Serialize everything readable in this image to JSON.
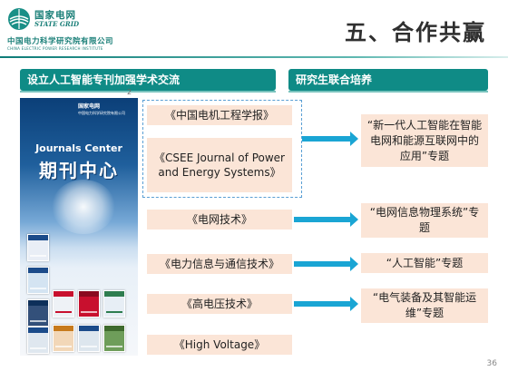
{
  "header": {
    "org_cn": "国家电网",
    "org_en": "STATE GRID",
    "institute_cn": "中国电力科学研究院有限公司",
    "institute_en": "CHINA ELECTRIC POWER RESEARCH INSTITUTE",
    "title": "五、合作共赢"
  },
  "left_banner": "设立人工智能专刊加强学术交流",
  "right_banner": "研究生联合培养",
  "cover": {
    "top_text_1": "国家电网",
    "top_text_2": "中国电力科学研究院有限公司",
    "journals_center": "Journals Center",
    "qikan": "期刊中心",
    "side_mark": "2"
  },
  "journals": [
    "《中国电机工程学报》",
    "《CSEE Journal of Power and Energy Systems》",
    "《电网技术》",
    "《电力信息与通信技术》",
    "《高电压技术》",
    "《High Voltage》"
  ],
  "topics": [
    "“新一代人工智能在智能电网和能源互联网中的应用”专题",
    "“电网信息物理系统”专题",
    "“人工智能”专题",
    "“电气装备及其智能运维”专题"
  ],
  "page_number": "36",
  "colors": {
    "brand_teal": "#0f8b86",
    "box_fill": "#fbe5d7",
    "arrow_blue": "#1aa5d4",
    "dash_blue": "#5a9fd4"
  }
}
